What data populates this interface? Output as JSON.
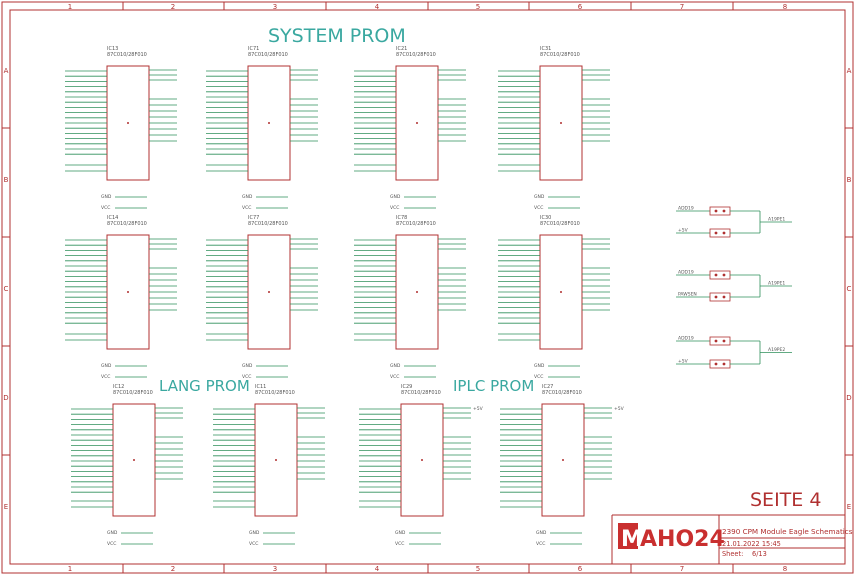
{
  "sheet": {
    "column_numbers": [
      "1",
      "2",
      "3",
      "4",
      "5",
      "6",
      "7",
      "8"
    ],
    "row_letters": [
      "A",
      "B",
      "C",
      "D",
      "E"
    ],
    "section_titles": {
      "system": "SYSTEM PROM",
      "lang": "LANG PROM",
      "iplc": "IPLC PROM"
    },
    "page_label": "SEITE 4"
  },
  "title_block": {
    "logo_m": "M",
    "logo_text": "AHO24",
    "title": "2390 CPM Module Eagle Schematics",
    "datetime": "21.01.2022 15:45",
    "sheet_label": "Sheet:",
    "sheet_value": "6/13"
  },
  "chips": [
    {
      "ref": "IC13",
      "part": "87C010/28F010"
    },
    {
      "ref": "IC71",
      "part": "87C010/28F010"
    },
    {
      "ref": "IC21",
      "part": "87C010/28F010"
    },
    {
      "ref": "IC31",
      "part": "87C010/28F010"
    },
    {
      "ref": "IC14",
      "part": "87C010/28F010"
    },
    {
      "ref": "IC77",
      "part": "87C010/28F010"
    },
    {
      "ref": "IC78",
      "part": "87C010/28F010"
    },
    {
      "ref": "IC30",
      "part": "87C010/28F010"
    },
    {
      "ref": "IC12",
      "part": "87C010/28F010"
    },
    {
      "ref": "IC11",
      "part": "87C010/28F010"
    },
    {
      "ref": "IC29",
      "part": "87C010/28F010"
    },
    {
      "ref": "IC27",
      "part": "87C010/28F010"
    }
  ],
  "jumper_groups": [
    {
      "in_a": "ADD19",
      "in_b": "+5V",
      "out": "A19PE1"
    },
    {
      "in_a": "ADD19",
      "in_b": "PAWSEN",
      "out": "A19PE1"
    },
    {
      "in_a": "ADD19",
      "in_b": "+5V",
      "out": "A19PE2"
    }
  ],
  "net_labels": {
    "gnd": "GND",
    "vcc": "VCC",
    "plus5v": "+5V"
  }
}
